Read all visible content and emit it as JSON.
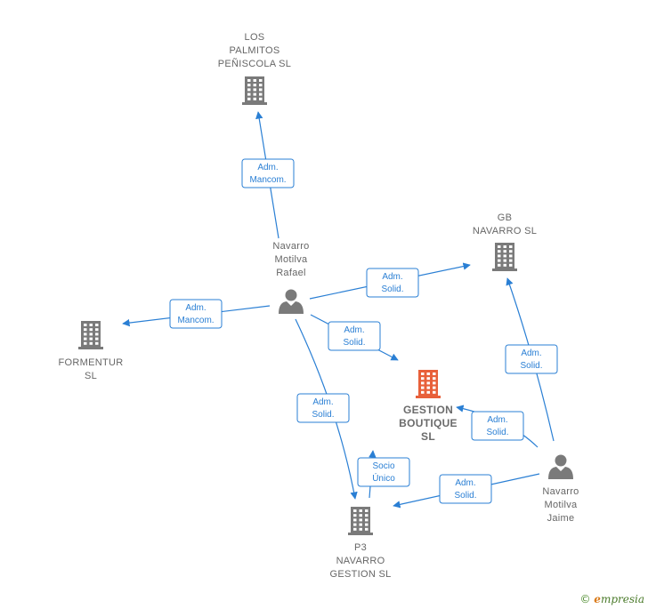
{
  "colors": {
    "edge": "#2a7fd4",
    "company": "#7a7a7a",
    "main_company": "#e8603a",
    "person": "#7a7a7a",
    "label": "#666666"
  },
  "nodes": [
    {
      "id": "los_palmitos",
      "type": "company",
      "icon": "building-icon",
      "lines": [
        "LOS",
        "PALMITOS",
        "PEÑISCOLA  SL"
      ]
    },
    {
      "id": "gb_navarro",
      "type": "company",
      "icon": "building-icon",
      "lines": [
        "GB",
        "NAVARRO  SL"
      ]
    },
    {
      "id": "formentur",
      "type": "company",
      "icon": "building-icon",
      "lines": [
        "FORMENTUR",
        "SL"
      ]
    },
    {
      "id": "gestion_boutique",
      "type": "main",
      "icon": "building-icon",
      "lines": [
        "GESTION",
        "BOUTIQUE",
        "SL"
      ]
    },
    {
      "id": "p3_navarro",
      "type": "company",
      "icon": "building-icon",
      "lines": [
        "P3",
        "NAVARRO",
        "GESTION  SL"
      ]
    },
    {
      "id": "rafael",
      "type": "person",
      "icon": "person-icon",
      "lines": [
        "Navarro",
        "Motilva",
        "Rafael"
      ]
    },
    {
      "id": "jaime",
      "type": "person",
      "icon": "person-icon",
      "lines": [
        "Navarro",
        "Motilva",
        "Jaime"
      ]
    }
  ],
  "edges": [
    {
      "id": "rafael-palmitos",
      "lines": [
        "Adm.",
        "Mancom."
      ]
    },
    {
      "id": "rafael-gb",
      "lines": [
        "Adm.",
        "Solid."
      ]
    },
    {
      "id": "rafael-formentur",
      "lines": [
        "Adm.",
        "Mancom."
      ]
    },
    {
      "id": "rafael-gestion",
      "lines": [
        "Adm.",
        "Solid."
      ]
    },
    {
      "id": "rafael-p3",
      "lines": [
        "Adm.",
        "Solid."
      ]
    },
    {
      "id": "jaime-gb",
      "lines": [
        "Adm.",
        "Solid."
      ]
    },
    {
      "id": "jaime-gestion",
      "lines": [
        "Adm.",
        "Solid."
      ]
    },
    {
      "id": "jaime-p3",
      "lines": [
        "Adm.",
        "Solid."
      ]
    },
    {
      "id": "p3-gestion",
      "lines": [
        "Socio",
        "Único"
      ]
    }
  ],
  "footer": {
    "copyright": "©",
    "brand_first": "e",
    "brand_rest": "mpresia"
  }
}
